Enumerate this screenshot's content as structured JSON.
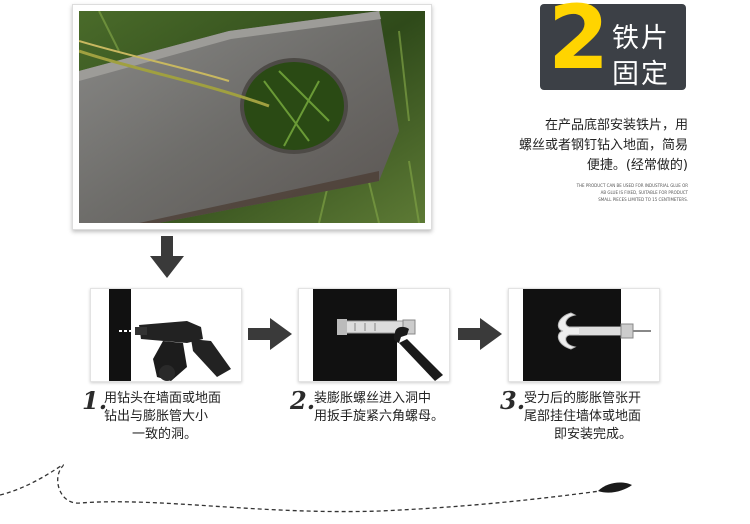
{
  "badge": {
    "number": "2",
    "line1": "铁片",
    "line2": "固定",
    "number_color": "#ffd400",
    "bg_color": "#3c4046"
  },
  "description": {
    "line1": "在产品底部安装铁片，用",
    "line2": "螺丝或者钢钉钻入地面，简易",
    "line3": "便捷。(经常做的)"
  },
  "fine_print": {
    "line1": "THE PRODUCT CAN BE USED FOR INDUSTRIAL GLUE OR",
    "line2": "AB GLUE IS FIXED, SUITABLE FOR PRODUCT",
    "line3": "SMALL PIECES LIMITED TO 15 CENTIMETERS."
  },
  "steps": [
    {
      "number": "1.",
      "lines": [
        "用钻头在墙面或地面",
        "钻出与膨胀管大小",
        "一致的洞。"
      ],
      "icon": "drill-icon"
    },
    {
      "number": "2.",
      "lines": [
        "装膨胀螺丝进入洞中",
        "用扳手旋紧六角螺母。"
      ],
      "icon": "wrench-icon"
    },
    {
      "number": "3.",
      "lines": [
        "受力后的膨胀管张开",
        "尾部挂住墙体或地面",
        "即安装完成。"
      ],
      "icon": "anchor-icon"
    }
  ]
}
